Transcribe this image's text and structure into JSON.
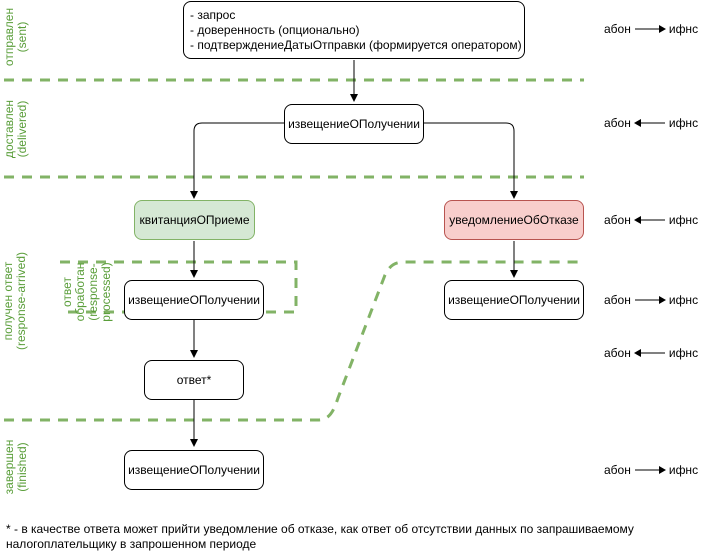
{
  "phases": {
    "sent": "отправлен\n(sent)",
    "delivered": "доставлен\n(delivered)",
    "response_arrived": "получен ответ\n(response-arrived)",
    "response_processed": "ответ\nобработан\n(response-\nprocessed)",
    "finished": "завершен\n(finished)"
  },
  "nodes": {
    "request_items": [
      "- запрос",
      "- доверенность (опционально)",
      "- подтверждениеДатыОтправки (формируется оператором)"
    ],
    "receipt_notice_1": "извещениеОПолучении",
    "acceptance_receipt": "квитанцияОПриеме",
    "refusal_notice": "уведомлениеОбОтказе",
    "receipt_notice_left": "извещениеОПолучении",
    "receipt_notice_right": "извещениеОПолучении",
    "answer": "ответ*",
    "receipt_notice_final": "извещениеОПолучении"
  },
  "directions": [
    {
      "left": "абон",
      "right": "ифнс",
      "arrow": "right"
    },
    {
      "left": "абон",
      "right": "ифнс",
      "arrow": "left"
    },
    {
      "left": "абон",
      "right": "ифнс",
      "arrow": "left"
    },
    {
      "left": "абон",
      "right": "ифнс",
      "arrow": "right"
    },
    {
      "left": "абон",
      "right": "ифнс",
      "arrow": "left"
    },
    {
      "left": "абон",
      "right": "ифнс",
      "arrow": "right"
    }
  ],
  "footnote": "* - в качестве ответа может прийти уведомление об отказе, как ответ об отсутствии данных по запрашиваемому налогоплательщику в запрошенном периоде",
  "colors": {
    "dashed_border": "#82b366",
    "phase_text": "#5a9e3a",
    "green_fill": "#d5e8d4",
    "red_fill": "#f8cecc"
  }
}
